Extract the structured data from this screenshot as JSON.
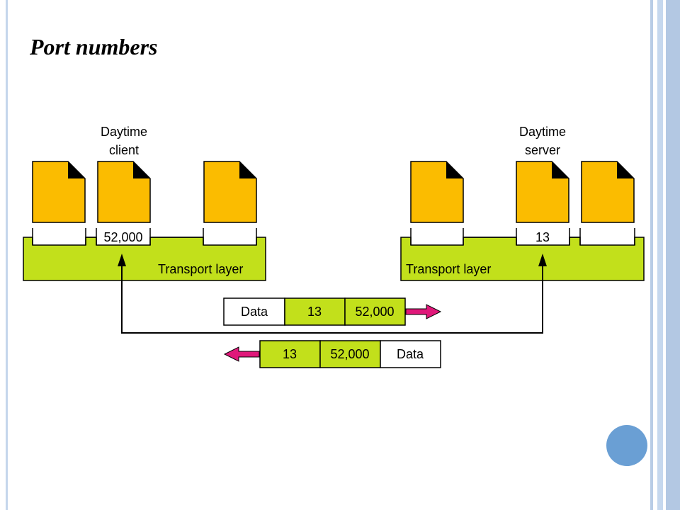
{
  "slide": {
    "title": "Port numbers"
  },
  "diagram": {
    "client_label_line1": "Daytime",
    "client_label_line2": "client",
    "server_label_line1": "Daytime",
    "server_label_line2": "server",
    "client_transport_label": "Transport layer",
    "server_transport_label": "Transport layer",
    "client_port": "52,000",
    "server_port": "13",
    "outgoing_packet": [
      "Data",
      "13",
      "52,000"
    ],
    "return_packet": [
      "13",
      "52,000",
      "Data"
    ]
  },
  "colors": {
    "document": "#fbbc00",
    "transport": "#c2e01b",
    "header_cell": "#c2e01b",
    "arrow": "#e0187a",
    "accent_circle": "#6a9fd4"
  },
  "icons": [
    "document-icon",
    "arrow-right-icon",
    "arrow-left-icon",
    "arrowhead-up-icon"
  ]
}
